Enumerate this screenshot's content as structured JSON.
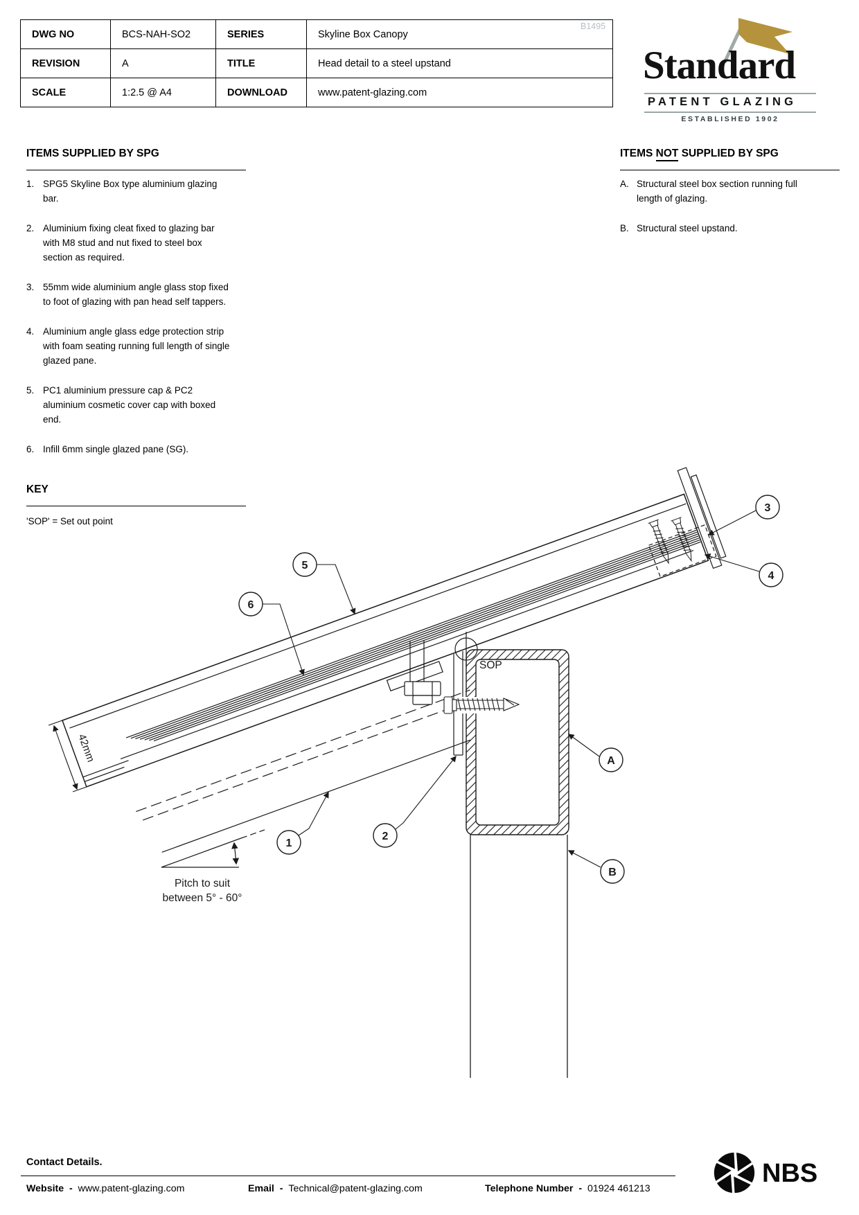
{
  "title_block": {
    "watermark": "B1495",
    "rows": [
      {
        "label": "DWG NO",
        "value": "BCS-NAH-SO2",
        "label2": "SERIES",
        "value2": "Skyline Box Canopy"
      },
      {
        "label": "REVISION",
        "value": "A",
        "label2": "TITLE",
        "value2": "Head detail to a steel upstand"
      },
      {
        "label": "SCALE",
        "value": "1:2.5 @ A4",
        "label2": "DOWNLOAD",
        "value2": "www.patent-glazing.com"
      }
    ]
  },
  "logo": {
    "name": "Standard",
    "tagline": "PATENT GLAZING",
    "established": "ESTABLISHED 1902"
  },
  "colors": {
    "accent_gold": "#b5923c",
    "logo_grey": "#9aa5a4",
    "watermark_grey": "#b8bec4",
    "line_black": "#1a1a1a"
  },
  "items_supplied": {
    "heading": "ITEMS SUPPLIED BY SPG",
    "items": [
      {
        "num": "1.",
        "text": "SPG5 Skyline Box type aluminium glazing\nbar."
      },
      {
        "num": "2.",
        "text": "Aluminium fixing cleat fixed to glazing bar\nwith M8 stud and nut fixed to steel box\nsection as required."
      },
      {
        "num": "3.",
        "text": "55mm wide aluminium angle glass stop fixed\nto foot of glazing with pan head self tappers."
      },
      {
        "num": "4.",
        "text": "Aluminium angle glass edge protection strip\nwith foam seating running full length of single\nglazed pane."
      },
      {
        "num": "5.",
        "text": "PC1 aluminium pressure cap & PC2\naluminium cosmetic cover cap with boxed\nend."
      },
      {
        "num": "6.",
        "text": "Infill 6mm single glazed pane (SG)."
      }
    ]
  },
  "items_not_supplied": {
    "heading_pre": "ITEMS ",
    "heading_underlined": "NOT",
    "heading_post": " SUPPLIED BY SPG",
    "items": [
      {
        "num": "A.",
        "text": "Structural steel box section running full\nlength of glazing."
      },
      {
        "num": "B.",
        "text": "Structural steel upstand."
      }
    ]
  },
  "key": {
    "heading": "KEY",
    "note": "'SOP' = Set out point"
  },
  "drawing": {
    "sop_label": "SOP",
    "dimension": "42mm",
    "pitch_line1": "Pitch to suit",
    "pitch_line2": "between 5° - 60°",
    "balloons": {
      "b1": "1",
      "b2": "2",
      "b3": "3",
      "b4": "4",
      "b5": "5",
      "b6": "6",
      "bA": "A",
      "bB": "B"
    }
  },
  "footer": {
    "heading": "Contact Details.",
    "website_label": "Website",
    "separator": "-",
    "website": "www.patent-glazing.com",
    "email_label": "Email",
    "email": "Technical@patent-glazing.com",
    "phone_label": "Telephone Number",
    "phone": "01924 461213",
    "nbs_label": "NBS"
  }
}
